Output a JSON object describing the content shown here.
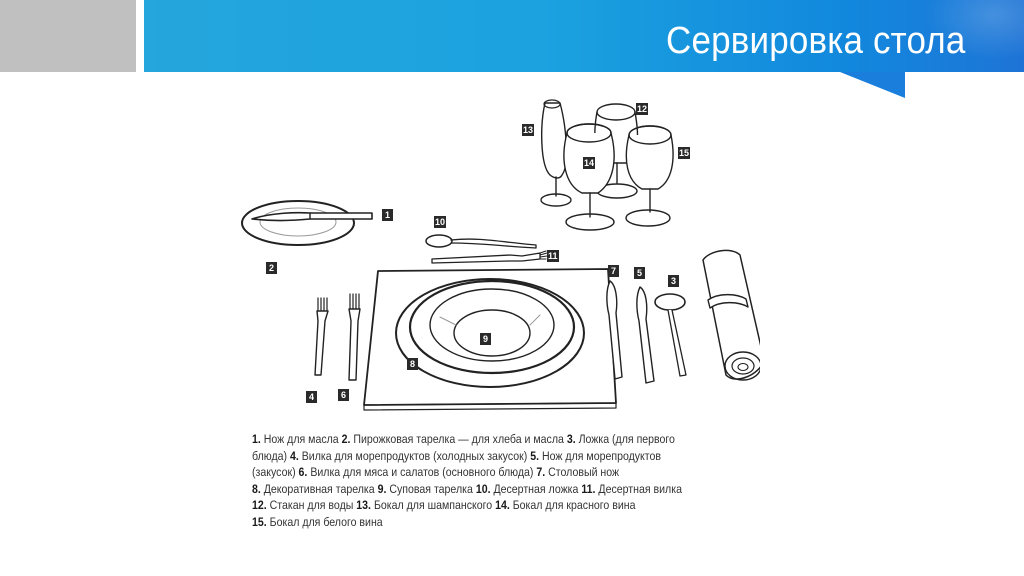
{
  "slide": {
    "title": "Сервировка стола",
    "colors": {
      "banner_start": "#25a6dd",
      "banner_end": "#1e74d6",
      "gray_block": "#c0c0c0",
      "badge": "#2a2a2a"
    }
  },
  "illustration": {
    "badges": [
      {
        "id": "1",
        "label": "1"
      },
      {
        "id": "2",
        "label": "2"
      },
      {
        "id": "3",
        "label": "3"
      },
      {
        "id": "4",
        "label": "4"
      },
      {
        "id": "5",
        "label": "5"
      },
      {
        "id": "6",
        "label": "6"
      },
      {
        "id": "7",
        "label": "7"
      },
      {
        "id": "8",
        "label": "8"
      },
      {
        "id": "9",
        "label": "9"
      },
      {
        "id": "10",
        "label": "10"
      },
      {
        "id": "11",
        "label": "11"
      },
      {
        "id": "12",
        "label": "12"
      },
      {
        "id": "13",
        "label": "13"
      },
      {
        "id": "14",
        "label": "14"
      },
      {
        "id": "15",
        "label": "15"
      }
    ]
  },
  "legend": {
    "items": [
      {
        "num": "1.",
        "text": " Нож для масла "
      },
      {
        "num": "2.",
        "text": " Пирожковая тарелка — для хлеба и масла "
      },
      {
        "num": "3.",
        "text": " Ложка (для первого блюда) "
      },
      {
        "num": "4.",
        "text": " Вилка для морепродуктов (холодных закусок) "
      },
      {
        "num": "5.",
        "text": " Нож для морепродуктов (закусок) "
      },
      {
        "num": "6.",
        "text": " Вилка для мяса и салатов (основного блюда) "
      },
      {
        "num": "7.",
        "text": " Столовый нож"
      },
      {
        "num": "8.",
        "text": " Декоративная тарелка "
      },
      {
        "num": "9.",
        "text": " Суповая тарелка "
      },
      {
        "num": "10.",
        "text": " Десертная ложка "
      },
      {
        "num": "11.",
        "text": " Десертная вилка"
      },
      {
        "num": "12.",
        "text": " Стакан для воды "
      },
      {
        "num": "13.",
        "text": " Бокал для шампанского "
      },
      {
        "num": "14.",
        "text": " Бокал для красного вина"
      },
      {
        "num": "15.",
        "text": " Бокал для белого вина"
      }
    ],
    "lines": [
      {
        "a_num": "1.",
        "a": " Нож для масла ",
        "b_num": "2.",
        "b": " Пирожковая тарелка — для хлеба и масла ",
        "c_num": "3.",
        "c": " Ложка (для первого"
      },
      {
        "pre": "блюда) ",
        "a_num": "4.",
        "a": " Вилка для морепродуктов (холодных закусок) ",
        "b_num": "5.",
        "b": " Нож для морепродуктов"
      },
      {
        "pre": "(закусок) ",
        "a_num": "6.",
        "a": " Вилка для мяса и салатов (основного блюда) ",
        "b_num": "7.",
        "b": " Столовый нож"
      },
      {
        "a_num": "8.",
        "a": " Декоративная тарелка ",
        "b_num": "9.",
        "b": " Суповая тарелка ",
        "c_num": "10.",
        "c": " Десертная ложка ",
        "d_num": "11.",
        "d": " Десертная вилка"
      },
      {
        "a_num": "12.",
        "a": " Стакан для воды ",
        "b_num": "13.",
        "b": " Бокал для шампанского ",
        "c_num": "14.",
        "c": " Бокал для красного вина"
      },
      {
        "a_num": "15.",
        "a": " Бокал для белого вина"
      }
    ]
  }
}
